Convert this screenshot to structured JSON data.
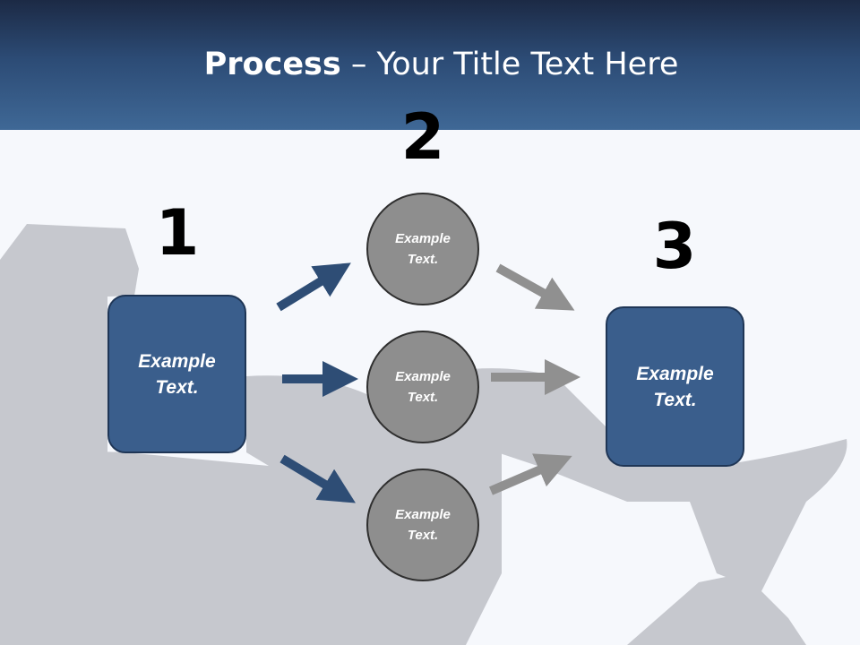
{
  "title": {
    "bold": "Process",
    "rest": " – Your Title Text Here"
  },
  "steps": [
    {
      "number": "1",
      "text": "Example\nText."
    },
    {
      "number": "2",
      "circles": [
        "Example\nText.",
        "Example\nText.",
        "Example\nText."
      ]
    },
    {
      "number": "3",
      "text": "Example\nText."
    }
  ],
  "colors": {
    "header_dark": "#1c2a45",
    "header_light": "#3f6896",
    "box_fill": "#3a5e8c",
    "circle_fill": "#8e8e8e",
    "arrow_blue": "#2e4d75",
    "arrow_gray": "#909090"
  }
}
